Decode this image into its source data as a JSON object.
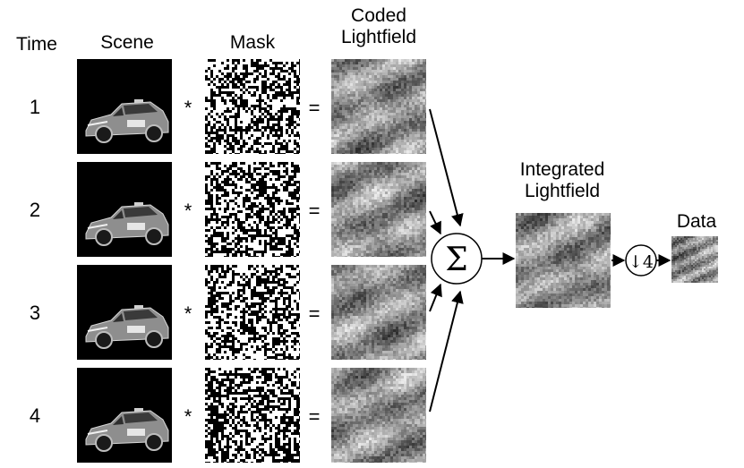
{
  "headers": {
    "time": "Time",
    "scene": "Scene",
    "mask": "Mask",
    "coded_line1": "Coded",
    "coded_line2": "Lightfield",
    "integrated_line1": "Integrated",
    "integrated_line2": "Lightfield",
    "data": "Data"
  },
  "times": [
    "1",
    "2",
    "3",
    "4"
  ],
  "operators": {
    "multiply": "*",
    "equals": "=",
    "sum": "Σ",
    "downsample": "↓4"
  },
  "colors": {
    "police_car_body": "#9a9a9a",
    "mask_black": "#000000",
    "mask_white": "#ffffff",
    "lightfield_gray": "#808080"
  }
}
